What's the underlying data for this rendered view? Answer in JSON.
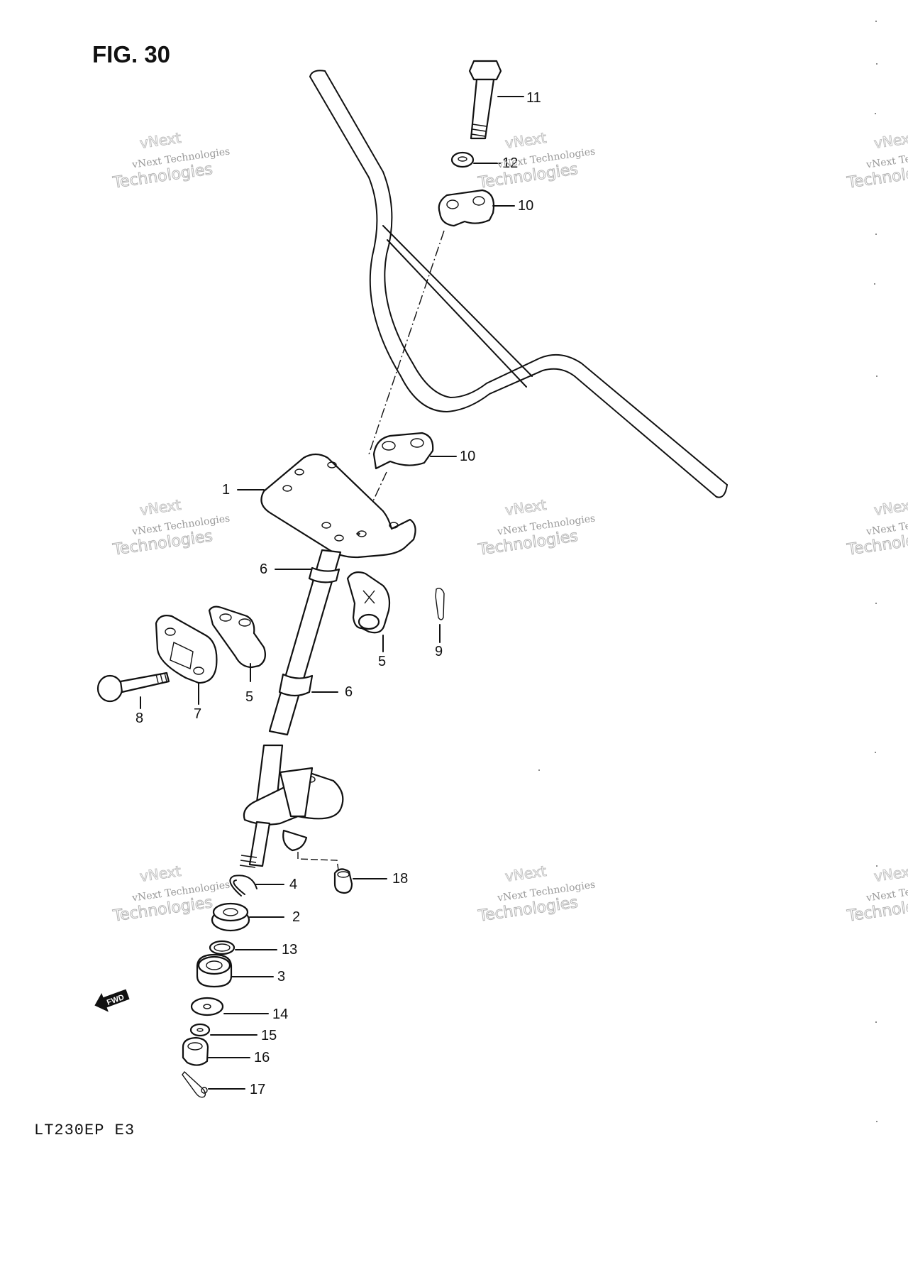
{
  "figure": {
    "title": "FIG. 30",
    "model": "LT230EP  E3"
  },
  "fwd_label": "FWD",
  "watermark": {
    "line1": "vNext Technologies",
    "line2": "vNext",
    "line3": "Technologies"
  },
  "callouts": [
    {
      "id": "11",
      "text": "11"
    },
    {
      "id": "12",
      "text": "12"
    },
    {
      "id": "10a",
      "text": "10"
    },
    {
      "id": "10b",
      "text": "10"
    },
    {
      "id": "1",
      "text": "1"
    },
    {
      "id": "6a",
      "text": "6"
    },
    {
      "id": "5a",
      "text": "5"
    },
    {
      "id": "9",
      "text": "9"
    },
    {
      "id": "5b",
      "text": "5"
    },
    {
      "id": "6b",
      "text": "6"
    },
    {
      "id": "8",
      "text": "8"
    },
    {
      "id": "7",
      "text": "7"
    },
    {
      "id": "18",
      "text": "18"
    },
    {
      "id": "4",
      "text": "4"
    },
    {
      "id": "2",
      "text": "2"
    },
    {
      "id": "13",
      "text": "13"
    },
    {
      "id": "3",
      "text": "3"
    },
    {
      "id": "14",
      "text": "14"
    },
    {
      "id": "15",
      "text": "15"
    },
    {
      "id": "16",
      "text": "16"
    },
    {
      "id": "17",
      "text": "17"
    }
  ]
}
